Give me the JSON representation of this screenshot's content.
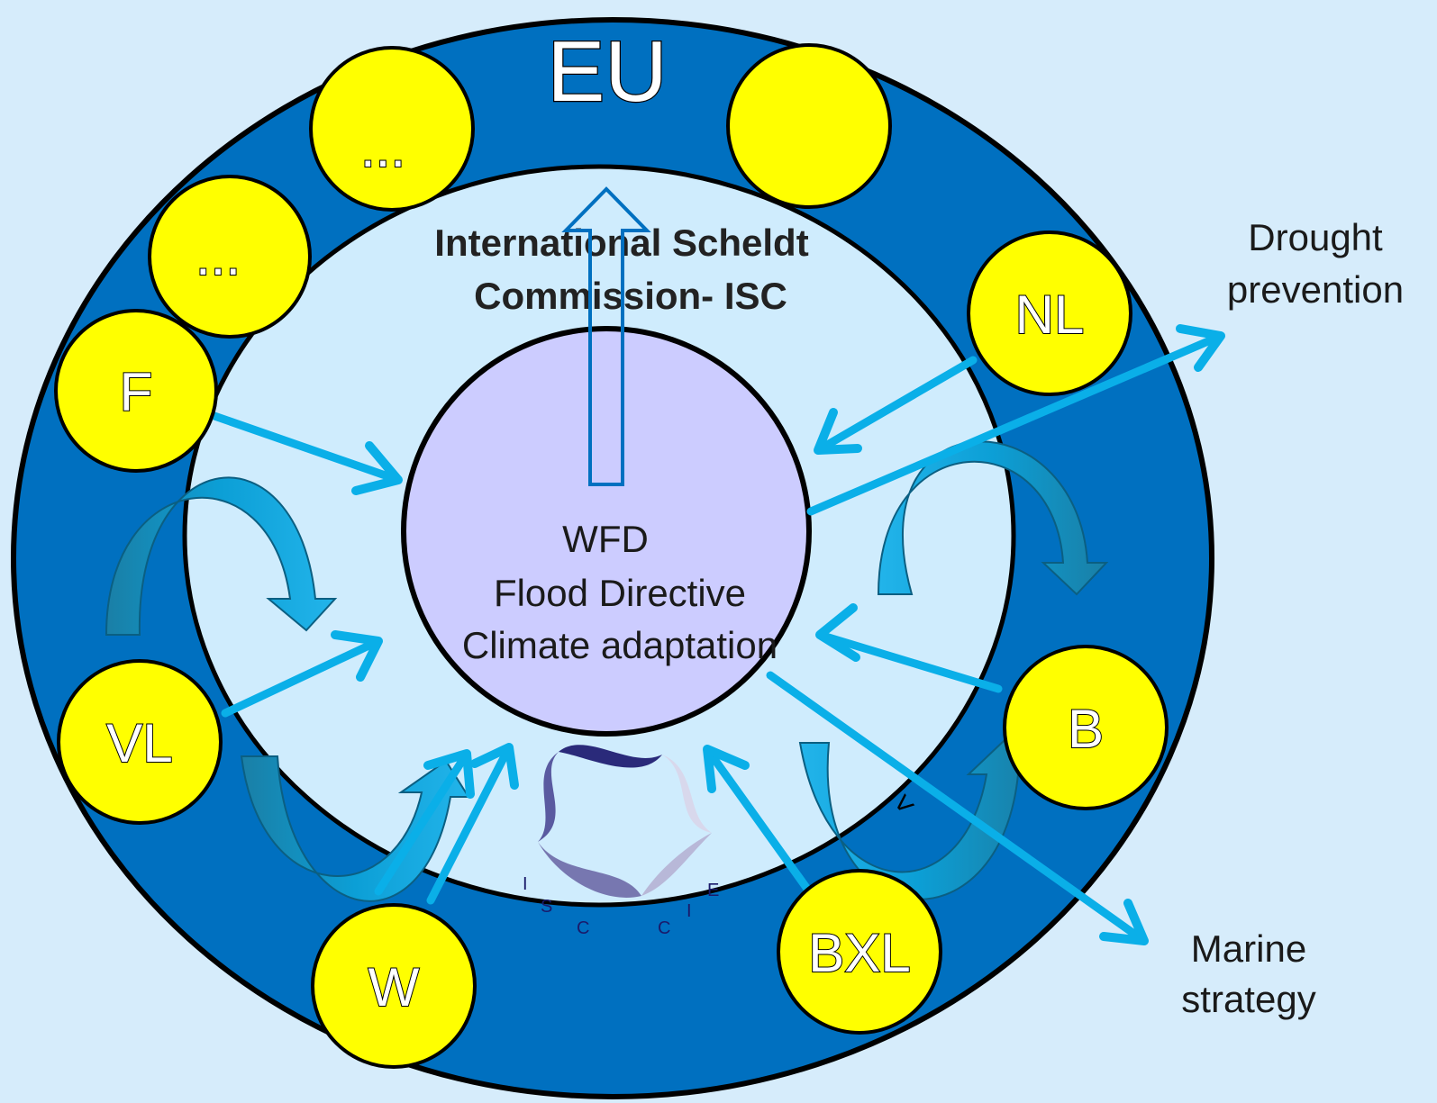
{
  "outer_ring": {
    "label": "EU"
  },
  "middle_ring": {
    "line1": "International Scheldt",
    "line2": "Commission- ISC"
  },
  "core": {
    "line1": "WFD",
    "line2": "Flood Directive",
    "line3": "Climate adaptation"
  },
  "members": [
    {
      "id": "nl",
      "label": "NL"
    },
    {
      "id": "f",
      "label": "F"
    },
    {
      "id": "vl",
      "label": "VL"
    },
    {
      "id": "w",
      "label": "W"
    },
    {
      "id": "bxl",
      "label": "BXL"
    },
    {
      "id": "b",
      "label": "B"
    },
    {
      "id": "dots1",
      "label": "..."
    },
    {
      "id": "dots2",
      "label": "..."
    },
    {
      "id": "blank",
      "label": ""
    }
  ],
  "external": {
    "drought_line1": "Drought",
    "drought_line2": "prevention",
    "marine_line1": "Marine",
    "marine_line2": "strategy"
  },
  "logo": {
    "letters": [
      "I",
      "S",
      "C",
      "C",
      "I",
      "E"
    ]
  },
  "stray_mark": "<",
  "colors": {
    "background": "#d6ecfb",
    "outer_ring": "#0070c0",
    "middle_ring": "#cfecfd",
    "core": "#ccccff",
    "member_fill": "#ffff00",
    "arrow": "#0aafe8",
    "curved_arrow": "#1b8fb5"
  }
}
